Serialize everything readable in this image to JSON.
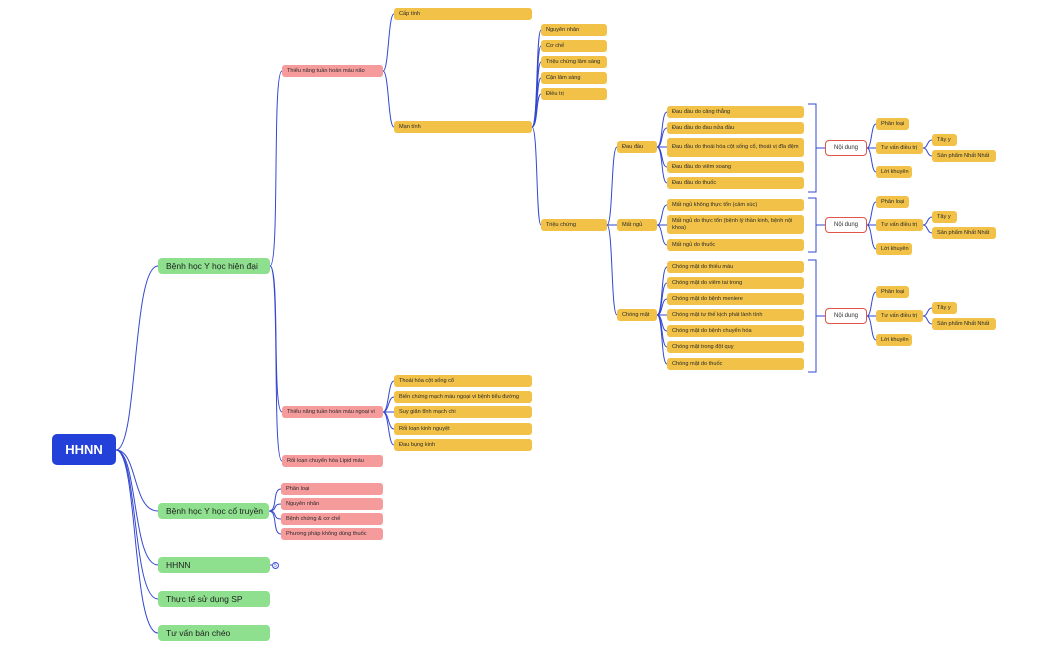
{
  "root": "HHNN",
  "modern": {
    "title": "Bệnh học Y học hiện đại",
    "circ": "Thiểu năng tuần hoàn máu não",
    "acute": "Cấp tính",
    "chronic": "Mạn tính",
    "chronic_items": [
      "Nguyên nhân",
      "Cơ chế",
      "Triệu chứng lâm sàng",
      "Cận lâm sàng",
      "Điều trị"
    ],
    "symptoms": "Triệu chứng",
    "headache": "Đau đầu",
    "headache_items": [
      "Đau đầu do căng thẳng",
      "Đau đầu do đau nửa đầu",
      "Đau đầu do thoái hóa cột sống cổ, thoát vị đĩa đệm",
      "Đau đầu do viêm xoang",
      "Đau đầu do thuốc"
    ],
    "insomnia": "Mất ngủ",
    "insomnia_items": [
      "Mất ngủ không thực tổn (cảm xúc)",
      "Mất ngủ do thực tổn (bệnh lý thần kinh, bệnh nội khoa)",
      "Mất ngủ do thuốc"
    ],
    "dizziness": "Chóng mặt",
    "dizziness_items": [
      "Chóng mặt do thiếu máu",
      "Chóng mặt do viêm tai trong",
      "Chóng mặt do bệnh meniere",
      "Chóng mặt tư thế kịch phát lành tính",
      "Chóng mặt do bệnh chuyển hóa",
      "Chóng mặt trong đột quỵ",
      "Chóng mặt do thuốc"
    ],
    "content": {
      "label": "Nội dung",
      "classify": "Phân loại",
      "advice": "Tư vấn điều trị",
      "western": "Tây y",
      "product": "Sản phẩm Nhất Nhất",
      "tips": "Lời khuyên"
    },
    "peripheral": "Thiểu năng tuần hoàn máu ngoại vi",
    "peripheral_items": [
      "Thoái hóa cột sống cổ",
      "Biến chứng mạch máu ngoại vi bệnh tiểu đường",
      "Suy giãn tĩnh mạch chi",
      "Rối loạn kinh nguyệt",
      "Đau bụng kinh"
    ],
    "lipid": "Rối loạn chuyển hóa Lipid máu"
  },
  "traditional": {
    "title": "Bệnh học Y học cổ truyền",
    "items": [
      "Phân loại",
      "Nguyên nhân",
      "Bệnh chứng & cơ chế",
      "Phương pháp không dùng thuốc"
    ]
  },
  "hhnn": {
    "title": "HHNN",
    "badge": "5"
  },
  "practice": "Thực tế sử dụng SP",
  "crosssell": "Tư vấn bán chéo"
}
